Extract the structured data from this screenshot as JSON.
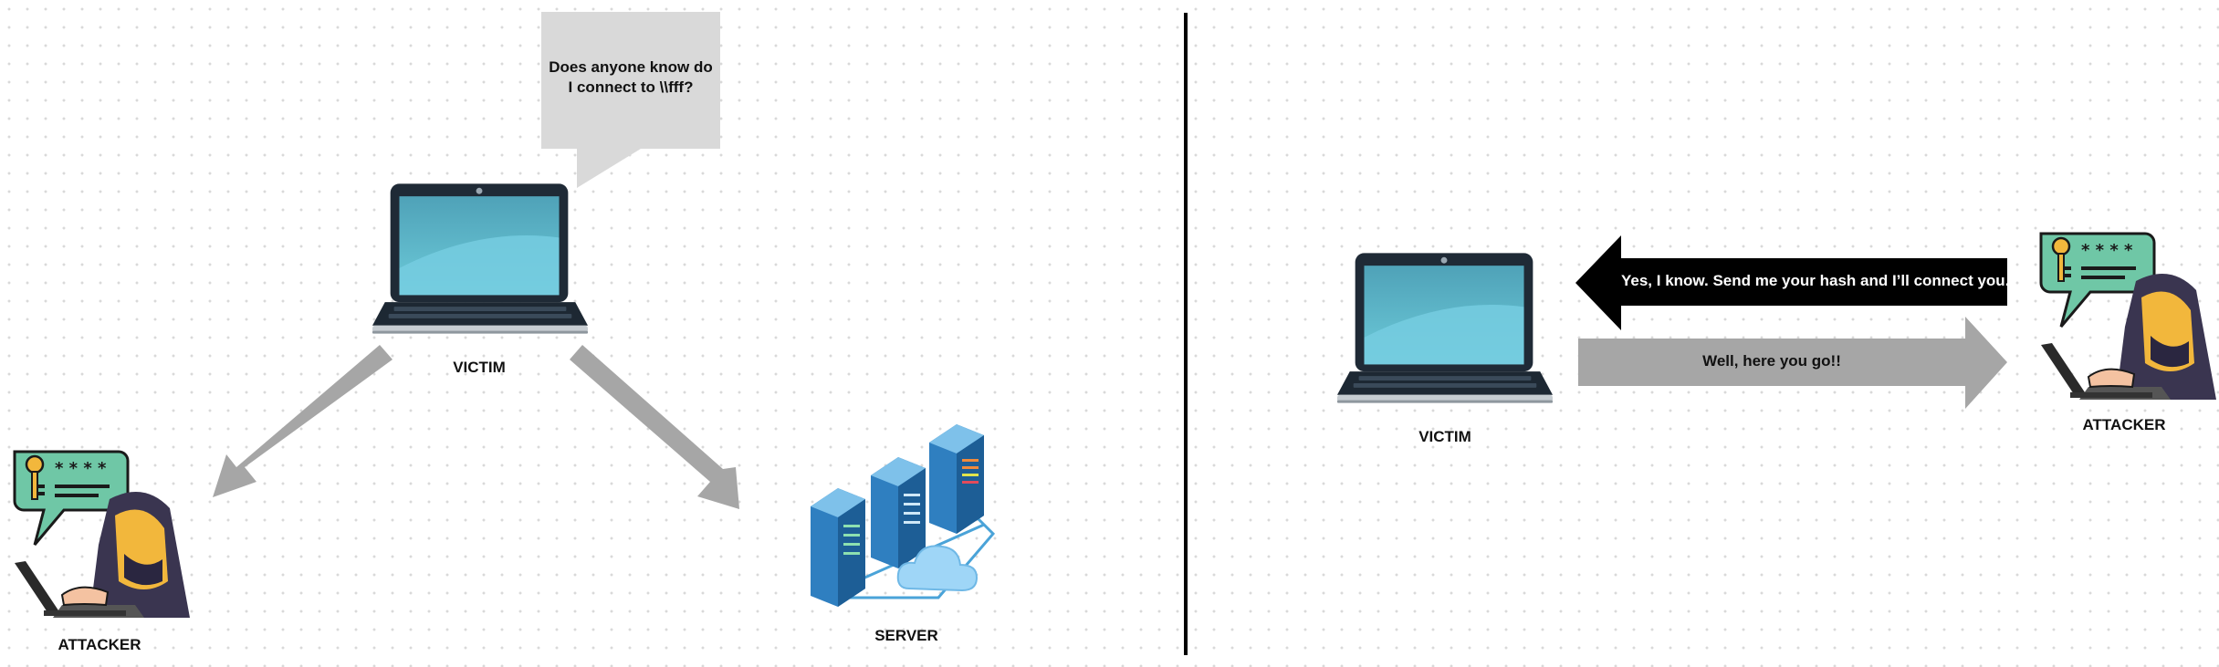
{
  "left_panel": {
    "victim_label": "VICTIM",
    "attacker_label": "ATTACKER",
    "server_label": "SERVER",
    "speech_bubble": [
      "Does anyone know do",
      "I connect to \\\\fff?"
    ]
  },
  "right_panel": {
    "victim_label": "VICTIM",
    "attacker_label": "ATTACKER",
    "attacker_message": "Yes, I know. Send me your hash and I’ll connect you.",
    "victim_reply": "Well, here you go!!"
  },
  "colors": {
    "arrow_gray": "#a6a6a6",
    "arrow_black": "#000000",
    "bubble_gray": "#d9d9d9",
    "screen": "#5fb7cc",
    "laptop_frame": "#1f2a36"
  }
}
